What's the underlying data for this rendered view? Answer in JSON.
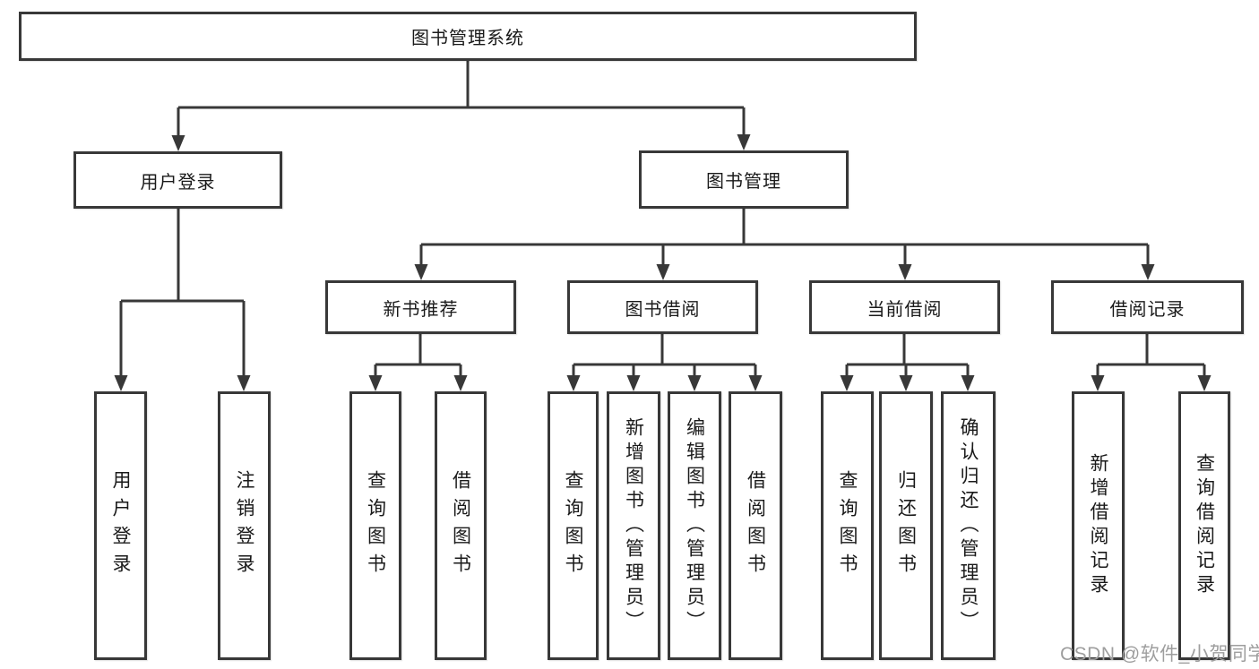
{
  "diagram": {
    "title": "图书管理系统",
    "level2": [
      {
        "label": "用户登录"
      },
      {
        "label": "图书管理"
      }
    ],
    "level3": [
      {
        "label": "新书推荐",
        "parent": "图书管理"
      },
      {
        "label": "图书借阅",
        "parent": "图书管理"
      },
      {
        "label": "当前借阅",
        "parent": "图书管理"
      },
      {
        "label": "借阅记录",
        "parent": "图书管理"
      }
    ],
    "leaves": [
      {
        "label": "用户登录",
        "parent": "用户登录"
      },
      {
        "label": "注销登录",
        "parent": "用户登录"
      },
      {
        "label": "查询图书",
        "parent": "新书推荐"
      },
      {
        "label": "借阅图书",
        "parent": "新书推荐"
      },
      {
        "label": "查询图书",
        "parent": "图书借阅"
      },
      {
        "label": "新增图书（管理员）",
        "parent": "图书借阅"
      },
      {
        "label": "编辑图书（管理员）",
        "parent": "图书借阅"
      },
      {
        "label": "借阅图书",
        "parent": "图书借阅"
      },
      {
        "label": "查询图书",
        "parent": "当前借阅"
      },
      {
        "label": "归还图书",
        "parent": "当前借阅"
      },
      {
        "label": "确认归还（管理员）",
        "parent": "当前借阅"
      },
      {
        "label": "新增借阅记录",
        "parent": "借阅记录"
      },
      {
        "label": "查询借阅记录",
        "parent": "借阅记录"
      }
    ],
    "watermark": "CSDN @软件_小贺同学",
    "colors": {
      "line": "#383838",
      "text": "#1a1a1a",
      "watermark": "#9e9e9e",
      "background": "#ffffff"
    }
  }
}
